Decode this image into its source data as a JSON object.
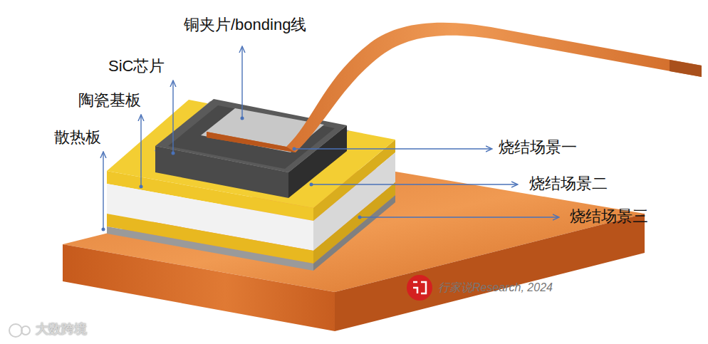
{
  "diagram": {
    "labels": [
      "铜夹片/bonding线",
      "SiC芯片",
      "陶瓷基板",
      "散热板",
      "烧结场景一",
      "烧结场景二",
      "烧结场景三",
      "行家说Research, 2024",
      "大数跨境"
    ]
  }
}
